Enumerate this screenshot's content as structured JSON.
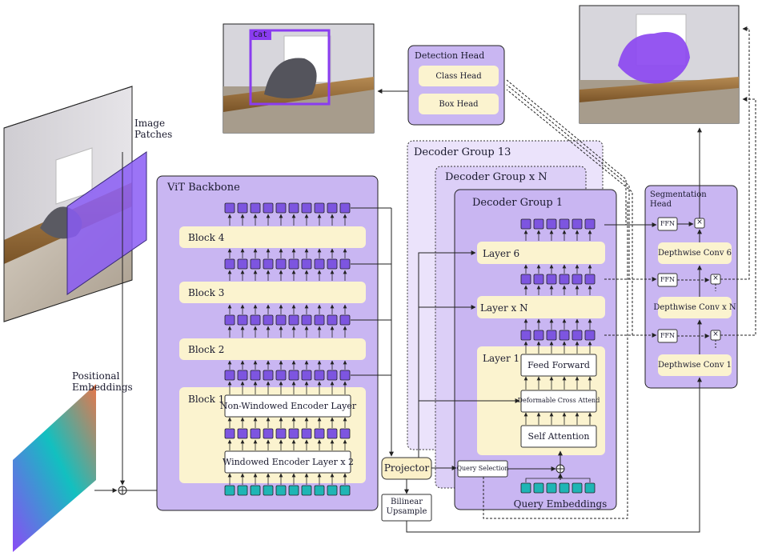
{
  "colors": {
    "panel_purple": "#c9b6f2",
    "panel_light": "#ebe3fb",
    "block_yellow": "#fbf3cf",
    "token_purple": "#7d55e0",
    "token_teal": "#1fb5b5",
    "patch_purple": "#8a5cf5",
    "mask_purple": "#8c48f0"
  },
  "labels": {
    "image_patches": "Image\nPatches",
    "positional_embeddings": "Positional\nEmbeddings",
    "vit_backbone": "ViT Backbone",
    "block4": "Block 4",
    "block3": "Block 3",
    "block2": "Block 2",
    "block1": "Block 1",
    "non_windowed": "Non-Windowed Encoder Layer",
    "windowed": "Windowed Encoder Layer x 2",
    "projector": "Projector",
    "bilinear_upsample": "Bilinear\nUpsample",
    "decoder_group_13": "Decoder Group 13",
    "decoder_group_xn": "Decoder Group x N",
    "decoder_group_1": "Decoder Group 1",
    "layer6": "Layer 6",
    "layer_xn": "Layer x N",
    "layer1": "Layer 1",
    "feed_forward": "Feed Forward",
    "deformable_cross_attend": "Deformable Cross Attend",
    "self_attention": "Self Attention",
    "query_selection": "Query Selection",
    "query_embeddings": "Query Embeddings",
    "detection_head": "Detection Head",
    "class_head": "Class Head",
    "box_head": "Box Head",
    "segmentation_head": "Segmentation\nHead",
    "ffn": "FFN",
    "depthwise_conv_6": "Depthwise Conv 6",
    "depthwise_conv_xn": "Depthwise Conv x N",
    "depthwise_conv_1": "Depthwise Conv 1",
    "cat_label": "Cat",
    "times": "×",
    "plus": "⊕"
  }
}
